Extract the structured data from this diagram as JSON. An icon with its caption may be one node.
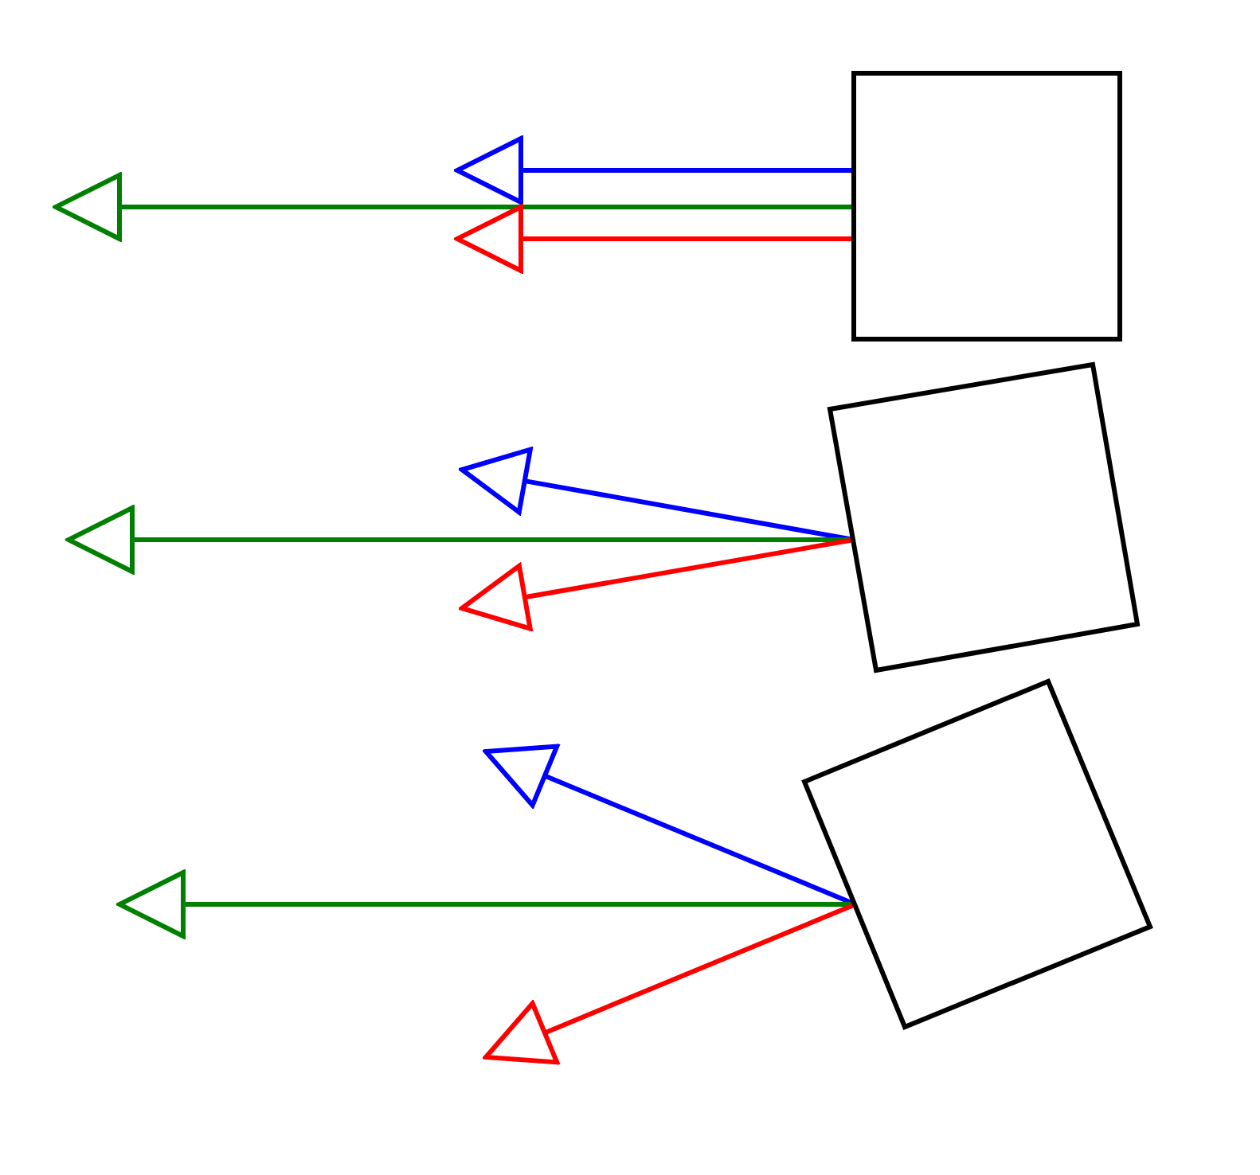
{
  "diagram": {
    "nodes": [
      {
        "text": [],
        "shape": "box"
      },
      {
        "text": [],
        "shape": "box"
      },
      {
        "text": [],
        "shape": "box"
      }
    ],
    "edges": [
      {
        "from": 0,
        "to": null,
        "arrow": "to",
        "color": "#0000ff"
      },
      {
        "from": 0,
        "to": null,
        "arrow": "to",
        "color": "#008000"
      },
      {
        "from": 0,
        "to": null,
        "arrow": "to",
        "color": "#ff0000"
      },
      {
        "from": 1,
        "to": null,
        "arrow": "to",
        "color": "#0000ff"
      },
      {
        "from": 1,
        "to": null,
        "arrow": "to",
        "color": "#008000"
      },
      {
        "from": 1,
        "to": null,
        "arrow": "to",
        "color": "#ff0000"
      },
      {
        "from": 2,
        "to": null,
        "arrow": "to",
        "color": "#0000ff"
      },
      {
        "from": 2,
        "to": null,
        "arrow": "to",
        "color": "#008000"
      },
      {
        "from": 2,
        "to": null,
        "arrow": "to",
        "color": "#ff0000"
      }
    ]
  }
}
